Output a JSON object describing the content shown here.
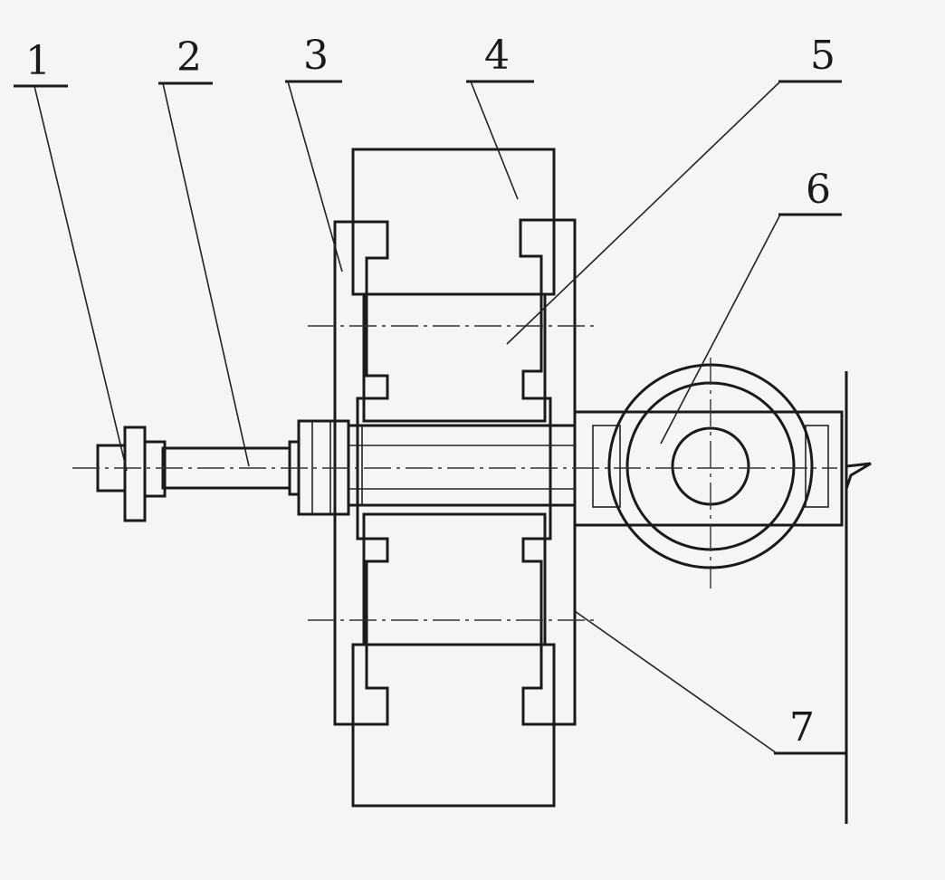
{
  "diagram": {
    "labels": [
      "1",
      "2",
      "3",
      "4",
      "5",
      "6",
      "7"
    ],
    "colors": {
      "ink": "#1a1a1a",
      "paper": "#f5f5f3"
    }
  }
}
